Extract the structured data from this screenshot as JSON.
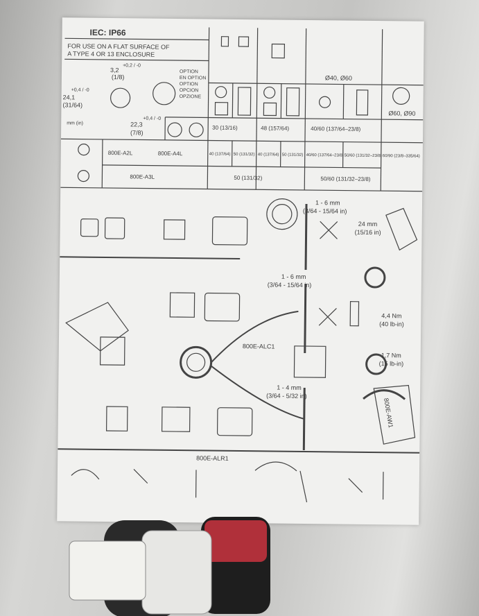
{
  "sheet": {
    "rating": "IEC: IP66",
    "usage": [
      "FOR USE ON A FLAT SURFACE OF",
      "A TYPE 4 OR 13 ENCLOSURE"
    ],
    "dims": {
      "d1": "3,2",
      "d1_tol": "+0,2 / -0",
      "d1_in": "(1/8)",
      "d2": "24,1",
      "d2_tol": "+0,4 / -0",
      "d2_in": "(31/64)",
      "d3": "22,3",
      "d3_tol": "+0,4 / -0",
      "d3_in": "(7/8)",
      "units": "mm (in)"
    },
    "option_labels": [
      "OPTION",
      "EN OPTION",
      "OPTION",
      "OPCION",
      "OPZIONE"
    ],
    "table": {
      "diameters": "Ø40, Ø60",
      "diameters2": "Ø60, Ø90",
      "spacing_row": [
        "30 (13/16)",
        "48 (157/64)",
        "40/60 (137/64–23/8)"
      ],
      "legend_row": [
        "40 (137/64)",
        "50 (131/32)",
        "40 (137/64)",
        "50 (131/32)",
        "40/60 (137/64–23/8)",
        "50/60 (131/32–23/8)",
        "60/90 (23/8–335/64)"
      ],
      "legend_row2": [
        "50 (131/32)",
        "50/60 (131/32–23/8)"
      ],
      "parts": [
        "800E-A2L",
        "800E-A4L",
        "800E-A3L"
      ]
    },
    "install": {
      "gap1": "1 - 6 mm",
      "gap1_in": "(3/64 - 15/64 in)",
      "gap2": "1 - 6 mm",
      "gap2_in": "(3/64 - 15/64 in)",
      "gap3": "1 - 4 mm",
      "gap3_in": "(3/64 - 5/32 in)",
      "wrench": "24 mm",
      "wrench_in": "(15/16 in)",
      "torque1": "4,4 Nm",
      "torque1_in": "(40 lb-in)",
      "torque2": "1,7 Nm",
      "torque2_in": "(15 lb-in)",
      "locking_ring": "800E-ALC1",
      "tool": "800E-AW1",
      "removal_tool": "800E-ALR1"
    }
  }
}
